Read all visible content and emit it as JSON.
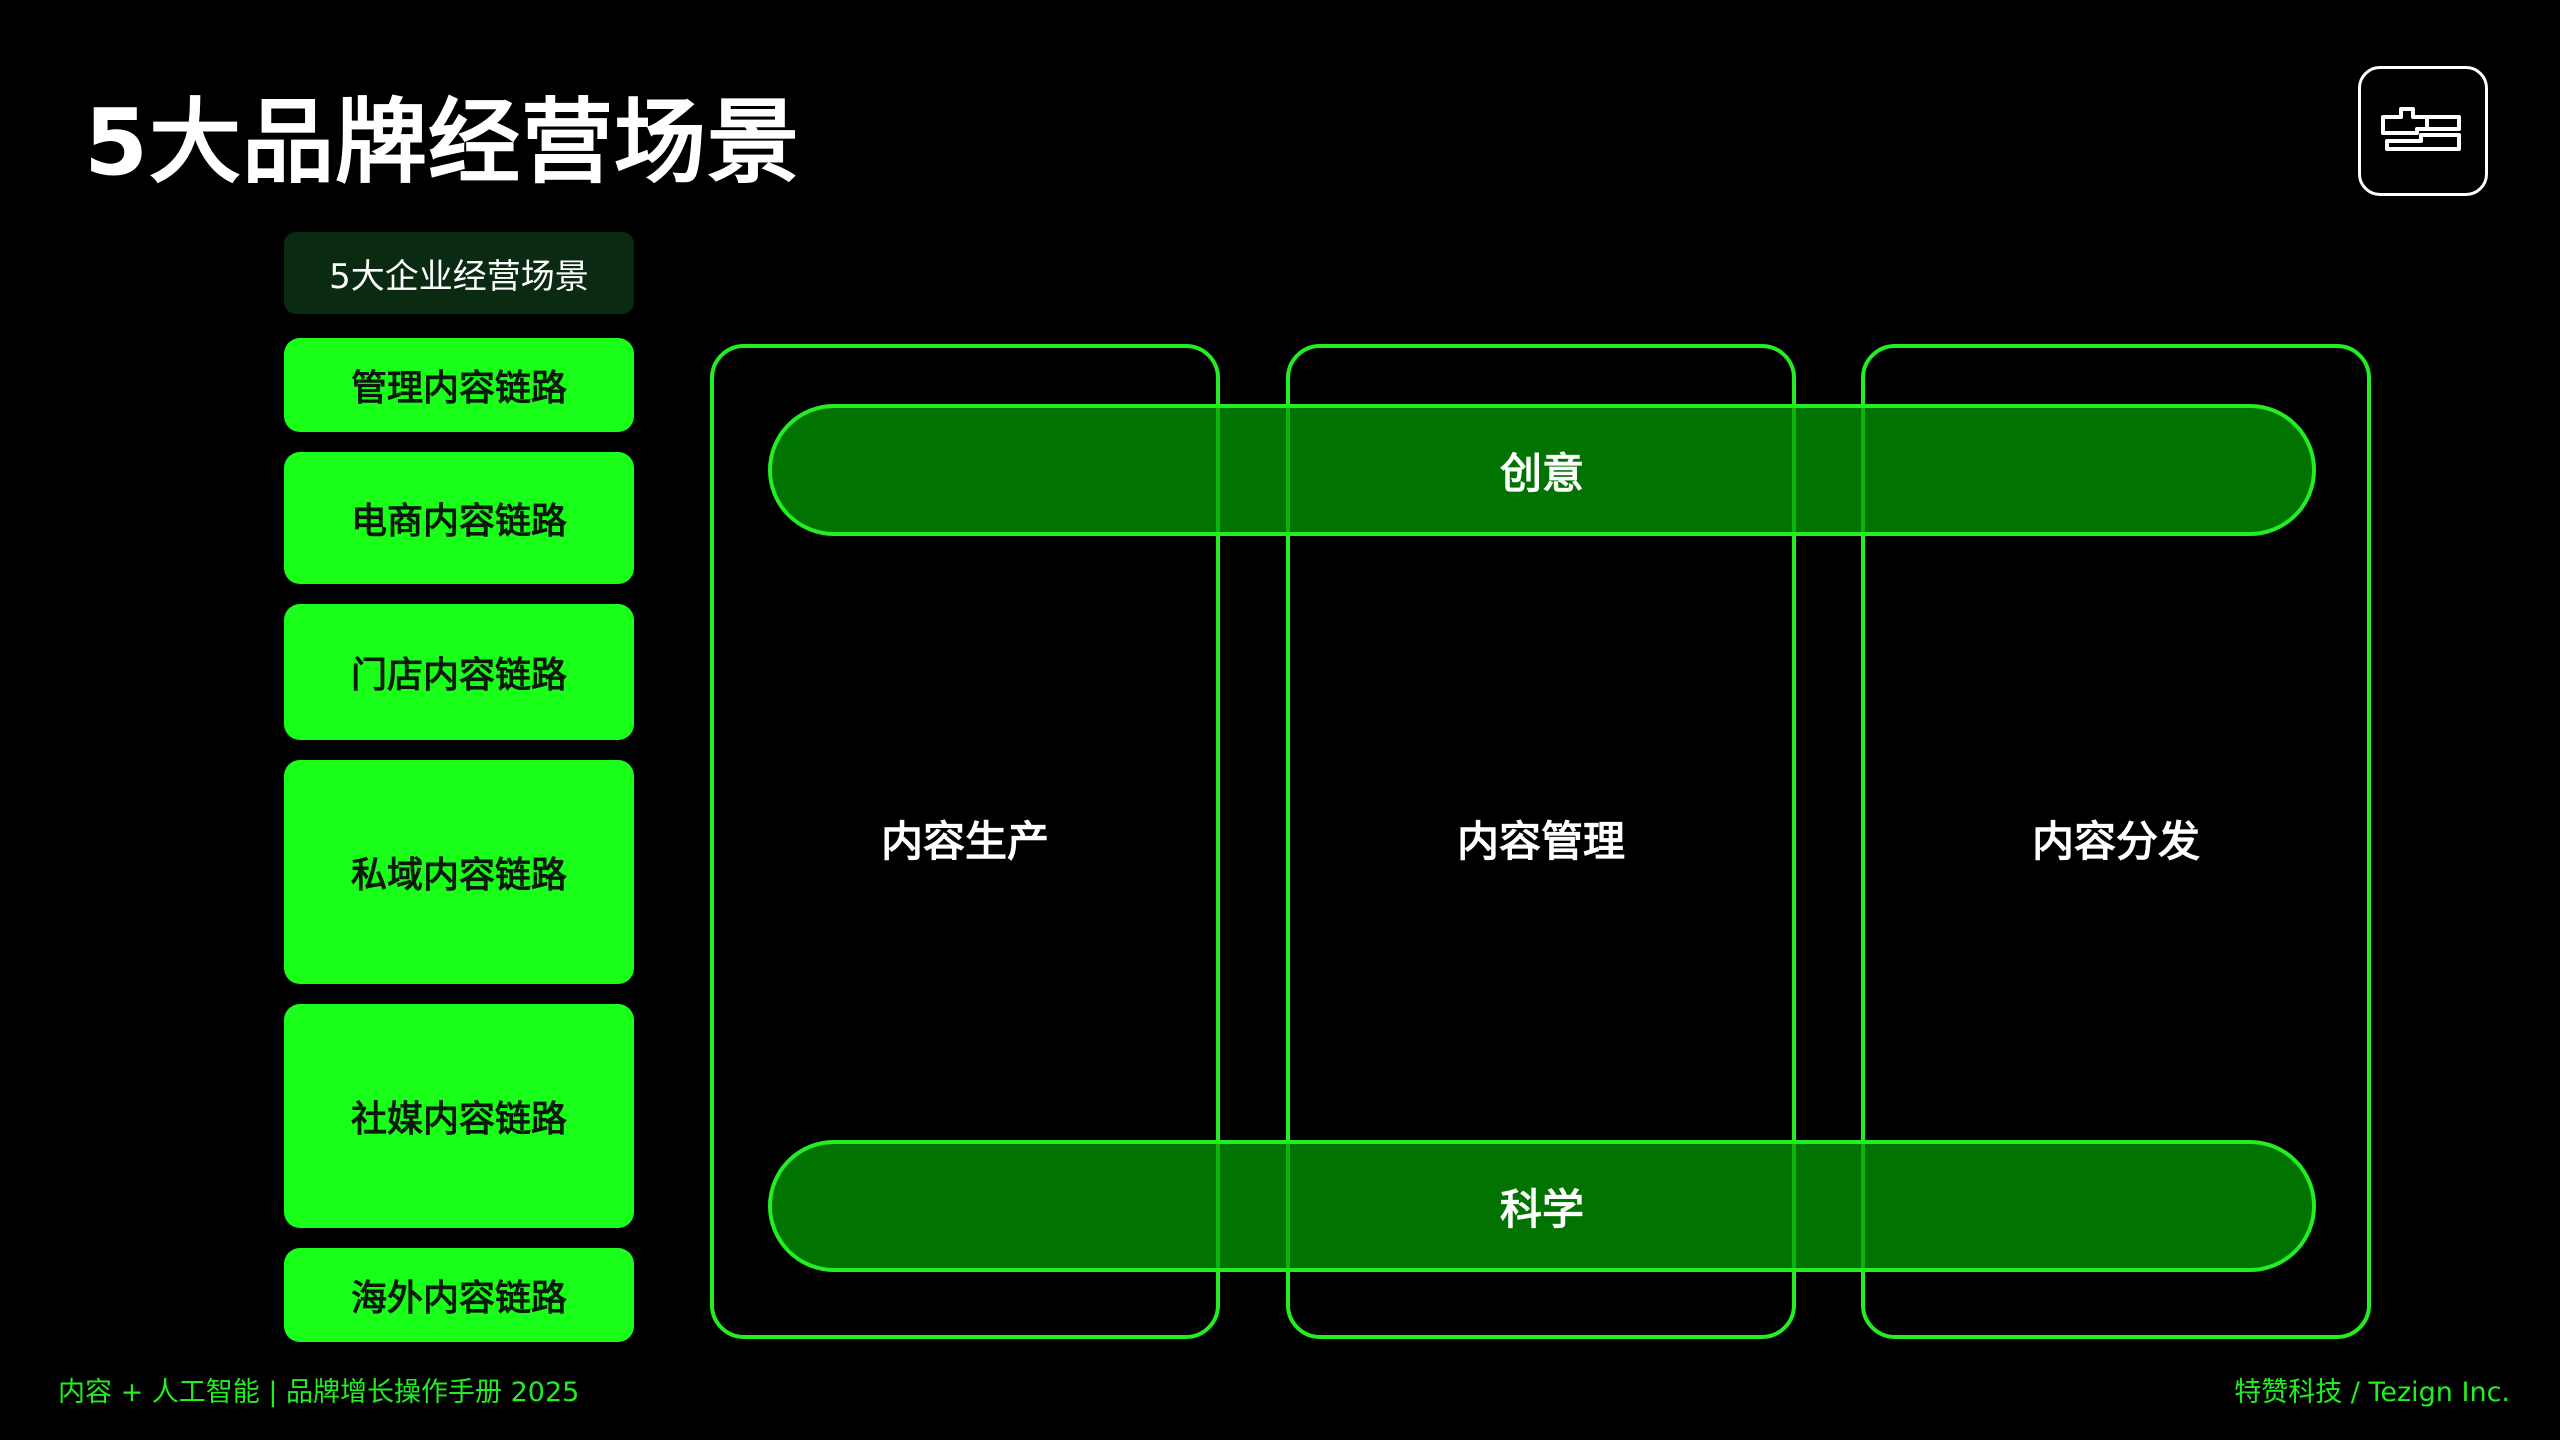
{
  "slide": {
    "title": "5大品牌经营场景",
    "accent_color": "#22ee22",
    "background_color": "#000000"
  },
  "sidebar": {
    "header": "5大企业经营场景",
    "items": [
      {
        "label": "管理内容链路"
      },
      {
        "label": "电商内容链路"
      },
      {
        "label": "门店内容链路"
      },
      {
        "label": "私域内容链路"
      },
      {
        "label": "社媒内容链路"
      },
      {
        "label": "海外内容链路"
      }
    ]
  },
  "columns": [
    {
      "label": "内容生产"
    },
    {
      "label": "内容管理"
    },
    {
      "label": "内容分发"
    }
  ],
  "bands": {
    "top": "创意",
    "bottom": "科学"
  },
  "footer": {
    "left": "内容 + 人工智能 | 品牌增长操作手册 2025",
    "right": "特赞科技 / Tezign Inc."
  },
  "logo": {
    "icon": "tezign-logo-icon"
  }
}
